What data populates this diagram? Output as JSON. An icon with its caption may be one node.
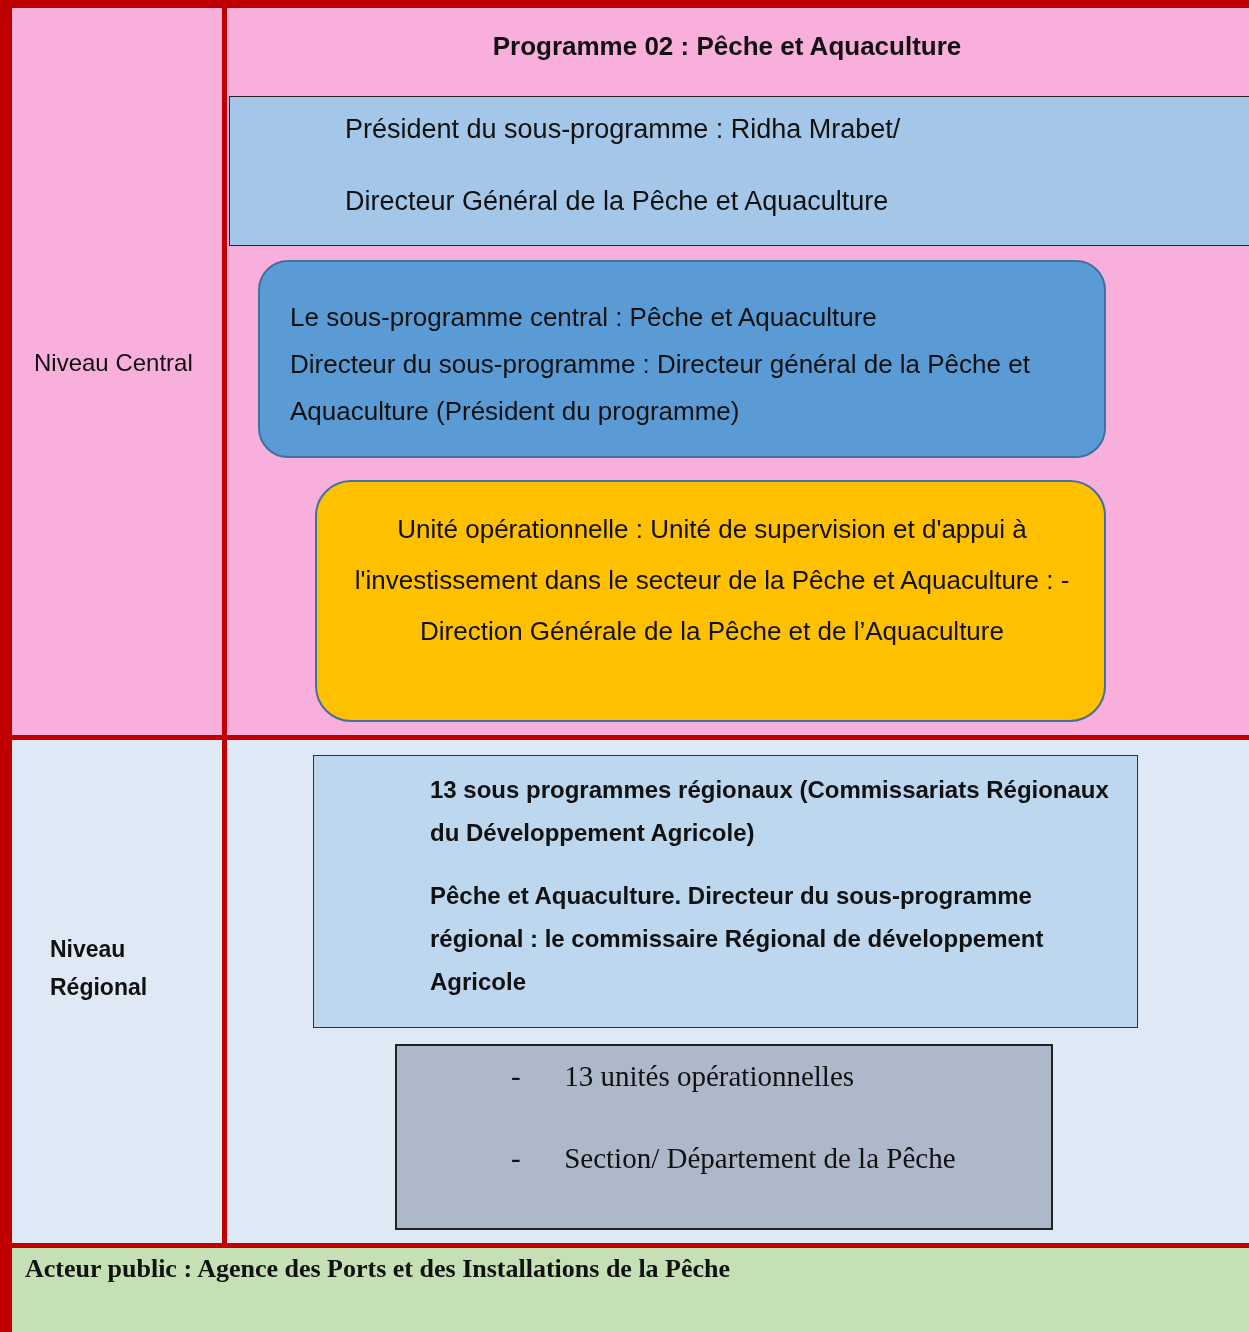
{
  "diagram": {
    "nodes": [
      {
        "text": [
          "Niveau Central"
        ]
      },
      {
        "text": [
          "Programme 02 : Pêche et Aquaculture"
        ]
      },
      {
        "text": [
          "Président du sous-programme : Ridha Mrabet/",
          "Directeur Général de la Pêche et Aquaculture"
        ],
        "in": 1
      },
      {
        "text": [
          "Le sous-programme central : Pêche et Aquaculture",
          "Directeur du sous-programme : Directeur général de la Pêche et Aquaculture (Président du programme)"
        ],
        "in": 1
      },
      {
        "text": [
          "Unité opérationnelle : Unité de supervision et d'appui à l'investissement dans le secteur de la Pêche et Aquaculture : -Direction Générale de la Pêche et de l’Aquaculture"
        ],
        "in": 1
      },
      {
        "text": [
          "Niveau Régional"
        ]
      },
      {
        "text": [],
        "shape": "box"
      },
      {
        "text": [
          "13 sous programmes régionaux (Commissariats Régionaux du Développement Agricole)",
          "Pêche et Aquaculture. Directeur du sous-programme régional : le commissaire Régional de développement Agricole"
        ],
        "in": 6
      },
      {
        "text": [
          "- 13 unités opérationnelles",
          "- Section/ Département de la Pêche"
        ],
        "in": 6
      },
      {
        "text": [
          "Acteur public : Agence des Ports et des Installations de la Pêche"
        ]
      }
    ]
  }
}
